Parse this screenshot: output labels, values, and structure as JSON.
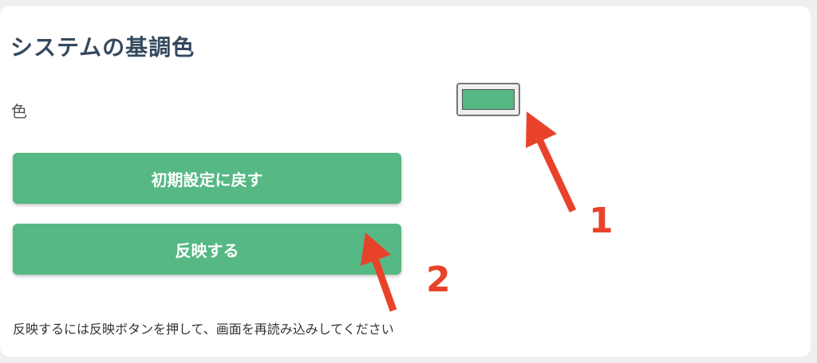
{
  "section_title": "システムの基調色",
  "color_field": {
    "label": "色",
    "value": "#56b884"
  },
  "buttons": {
    "reset": "初期設定に戻す",
    "apply": "反映する"
  },
  "note": "反映するには反映ボタンを押して、画面を再読み込みしてください",
  "annotations": {
    "arrow1_label": "1",
    "arrow2_label": "2",
    "color": "#e8432a"
  },
  "colors": {
    "button": "#56b884",
    "title": "#34495e"
  }
}
